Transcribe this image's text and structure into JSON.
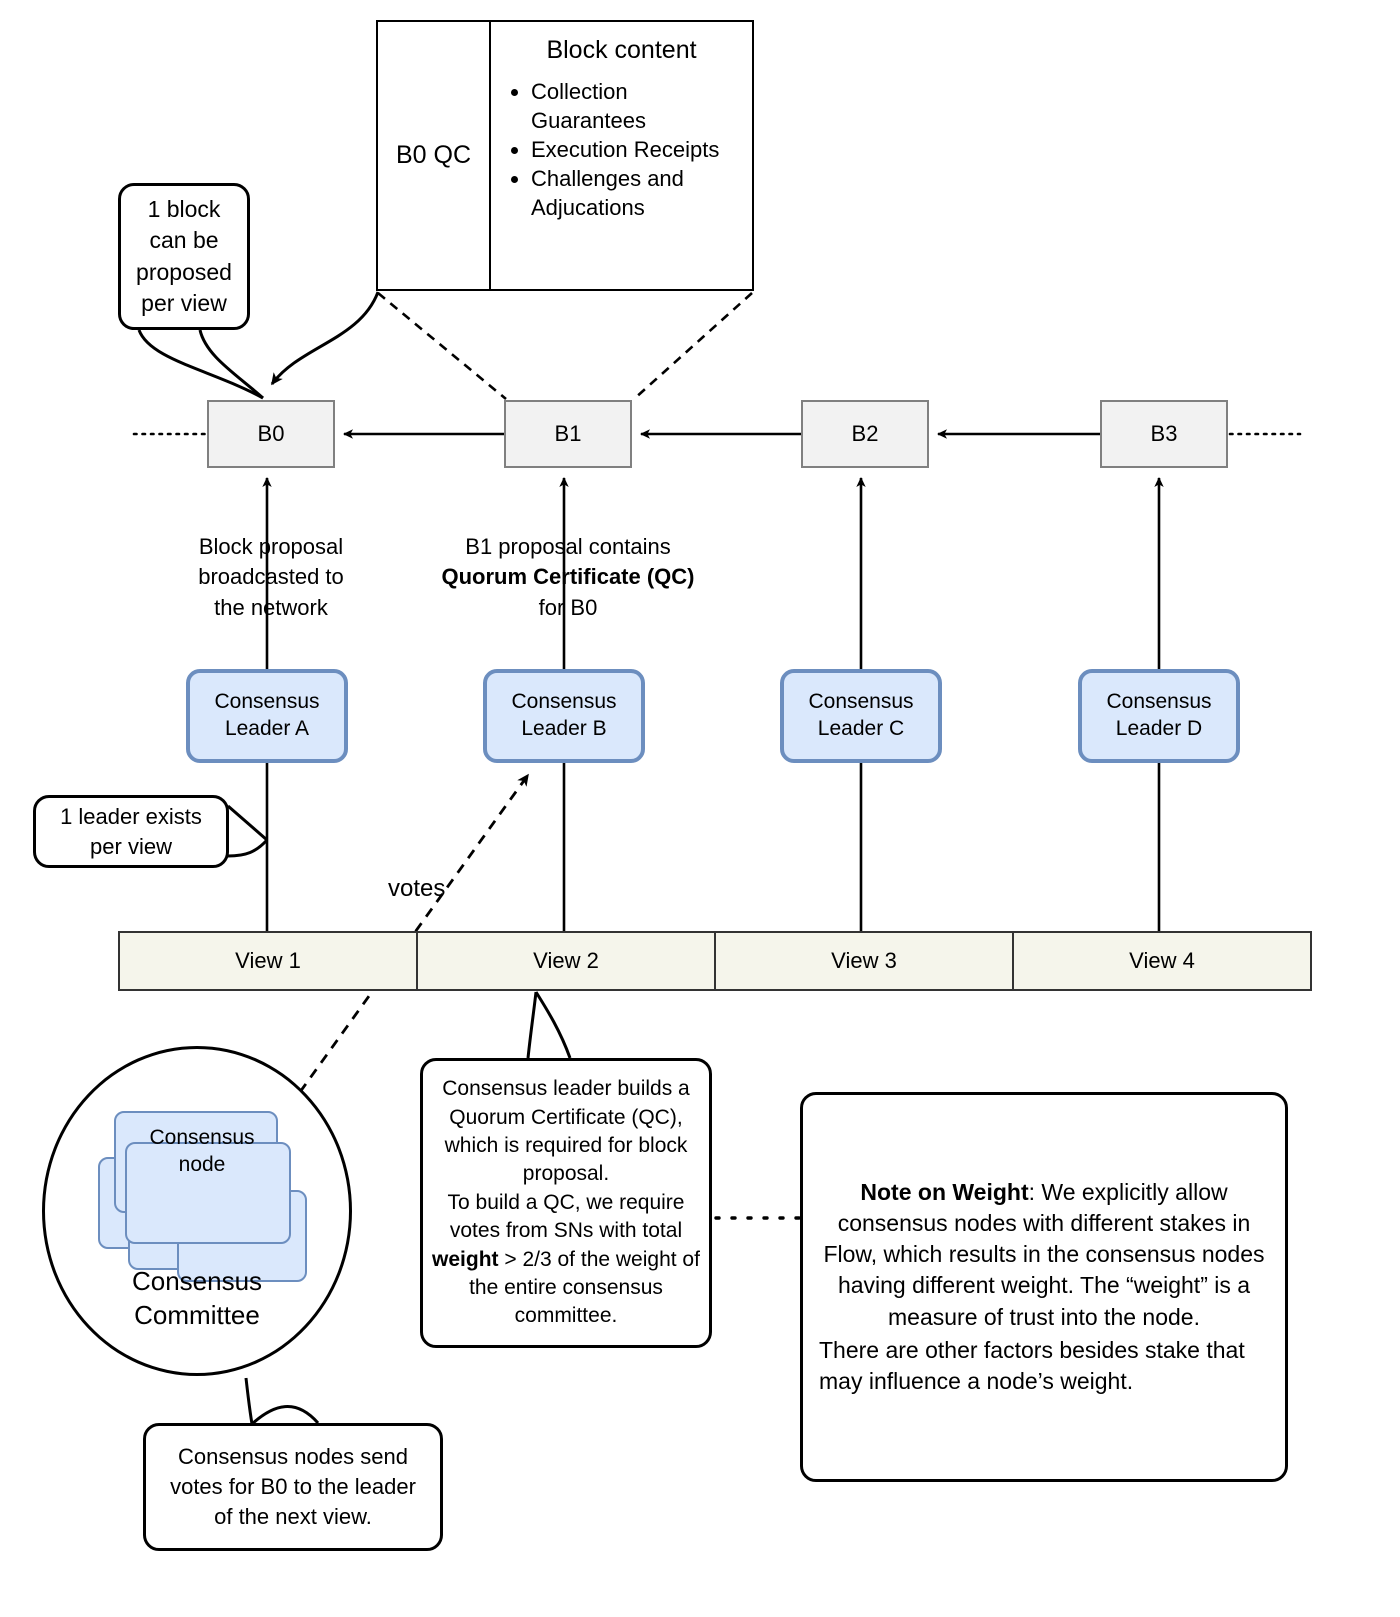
{
  "diagram": {
    "title": "Flow Consensus / HotStuff block proposal and voting",
    "colors": {
      "block_fill": "#f2f2f2",
      "block_stroke": "#808080",
      "leader_fill": "#dae8fc",
      "leader_stroke": "#6c8ebf",
      "view_fill": "#f5f5eb",
      "view_stroke": "#333333",
      "outline": "#000000"
    }
  },
  "block_content": {
    "qc_label": "B0 QC",
    "title": "Block content",
    "items": [
      "Collection Guarantees",
      "Execution Receipts",
      "Challenges and Adjucations"
    ]
  },
  "chain": {
    "blocks": [
      {
        "id": "b0",
        "label": "B0"
      },
      {
        "id": "b1",
        "label": "B1"
      },
      {
        "id": "b2",
        "label": "B2"
      },
      {
        "id": "b3",
        "label": "B3"
      }
    ]
  },
  "captions": {
    "b0": {
      "line1": "Block proposal",
      "line2": "broadcasted to",
      "line3": "the network"
    },
    "b1": {
      "line1": "B1 proposal contains",
      "bold": "Quorum Certificate (QC)",
      "line3": "for B0"
    }
  },
  "leaders": [
    {
      "id": "a",
      "line1": "Consensus",
      "line2": "Leader A"
    },
    {
      "id": "b",
      "line1": "Consensus",
      "line2": "Leader B"
    },
    {
      "id": "c",
      "line1": "Consensus",
      "line2": "Leader C"
    },
    {
      "id": "d",
      "line1": "Consensus",
      "line2": "Leader D"
    }
  ],
  "views": [
    {
      "label": "View 1"
    },
    {
      "label": "View 2"
    },
    {
      "label": "View 3"
    },
    {
      "label": "View 4"
    }
  ],
  "committee": {
    "node_line1": "Consensus",
    "node_line2": "node",
    "name_line1": "Consensus",
    "name_line2": "Committee"
  },
  "labels": {
    "votes": "votes"
  },
  "callouts": {
    "one_block_per_view": "1 block can be proposed per view",
    "one_leader_per_view": "1 leader exists per view",
    "qc_build": {
      "p1": "Consensus leader builds a Quorum Certificate (QC), which is required for block proposal.",
      "p2_a": "To build a QC, we require votes from SNs with total ",
      "p2_bold": "weight",
      "p2_b": " > 2/3 of the weight of the entire consensus committee."
    },
    "note_on_weight": {
      "title": "Note on Weight",
      "p1": ": We explicitly allow consensus nodes with different stakes in Flow, which results in the consensus nodes having different weight. The “weight” is a measure of trust into the node.",
      "p2": "There are other factors besides stake that may influence a node’s weight."
    },
    "votes_to_next_leader": "Consensus nodes send votes for B0 to the leader of the next view."
  }
}
